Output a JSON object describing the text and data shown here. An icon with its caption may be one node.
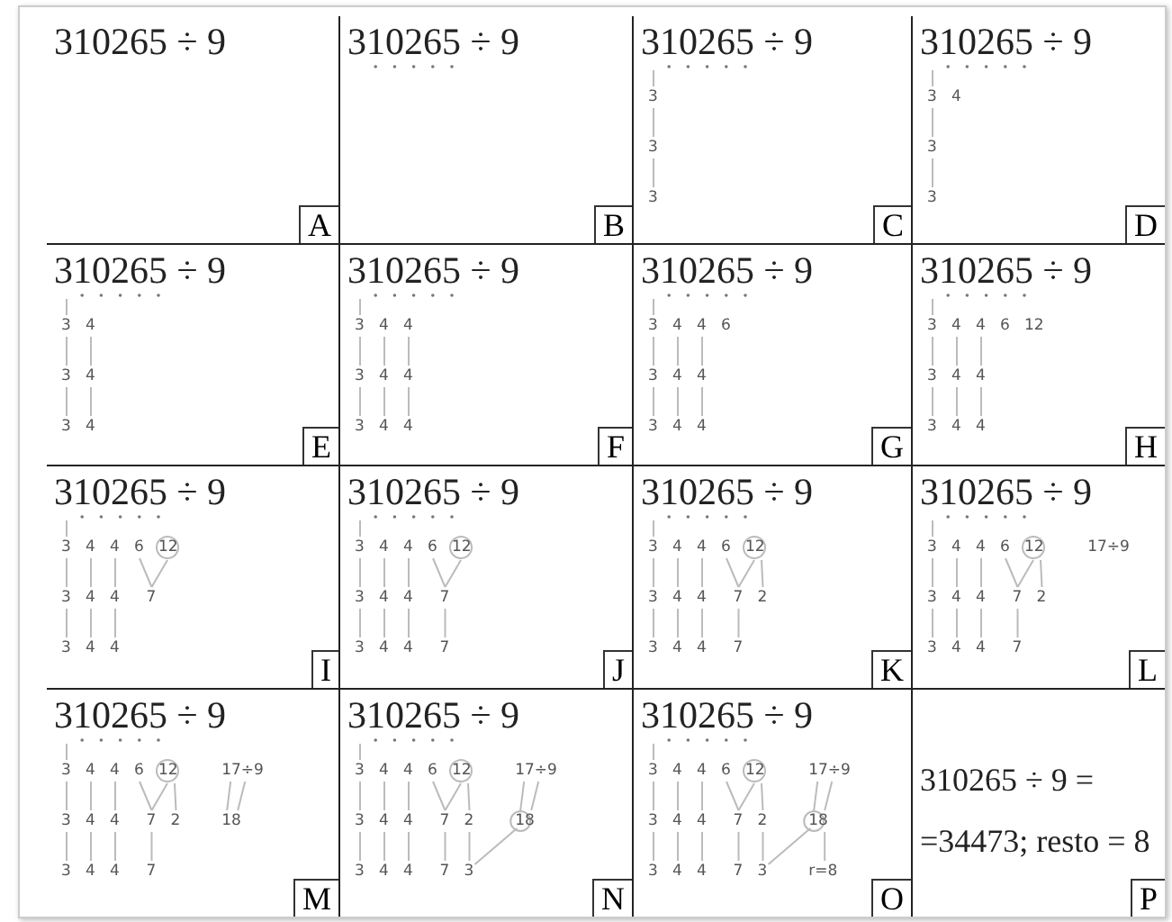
{
  "diagram": {
    "nodes": [
      {
        "text": [
          "310265 ÷ 9",
          "A"
        ]
      },
      {
        "text": [
          "310265 ÷ 9",
          "B"
        ]
      },
      {
        "text": [
          "310265 ÷ 9",
          "3",
          "3",
          "3",
          "C"
        ]
      },
      {
        "text": [
          "310265 ÷ 9",
          "3 4",
          "3",
          "3",
          "D"
        ]
      },
      {
        "text": [
          "310265 ÷ 9",
          "3 4",
          "3 4",
          "3 4",
          "E"
        ]
      },
      {
        "text": [
          "310265 ÷ 9",
          "3 4 4",
          "3 4 4",
          "3 4 4",
          "F"
        ]
      },
      {
        "text": [
          "310265 ÷ 9",
          "3 4 4 6",
          "3 4 4",
          "3 4 4",
          "G"
        ]
      },
      {
        "text": [
          "310265 ÷ 9",
          "3 4 4 6 12",
          "3 4 4",
          "3 4 4",
          "H"
        ]
      },
      {
        "text": [
          "310265 ÷ 9",
          "3 4 4 6 12",
          "3 4 4 7",
          "3 4 4",
          "I"
        ]
      },
      {
        "text": [
          "310265 ÷ 9",
          "3 4 4 6 12",
          "3 4 4 7",
          "3 4 4 7",
          "J"
        ]
      },
      {
        "text": [
          "310265 ÷ 9",
          "3 4 4 6 12",
          "3 4 4 7 2",
          "3 4 4 7",
          "K"
        ]
      },
      {
        "text": [
          "310265 ÷ 9",
          "3 4 4 6 12 17÷9",
          "3 4 4 7 2",
          "3 4 4 7",
          "L"
        ]
      },
      {
        "text": [
          "310265 ÷ 9",
          "3 4 4 6 12 17÷9",
          "3 4 4 7 2 18",
          "3 4 4 7",
          "M"
        ]
      },
      {
        "text": [
          "310265 ÷ 9",
          "3 4 4 6 12 17÷9",
          "3 4 4 7 2 18",
          "3 4 4 7 3",
          "N"
        ]
      },
      {
        "text": [
          "310265 ÷ 9",
          "3 4 4 6 12 17÷9",
          "3 4 4 7 2 18",
          "3 4 4 7 3 r=8",
          "O"
        ]
      },
      {
        "text": [
          "310265 ÷ 9 =",
          "=34473; resto = 8",
          "P"
        ]
      }
    ]
  }
}
